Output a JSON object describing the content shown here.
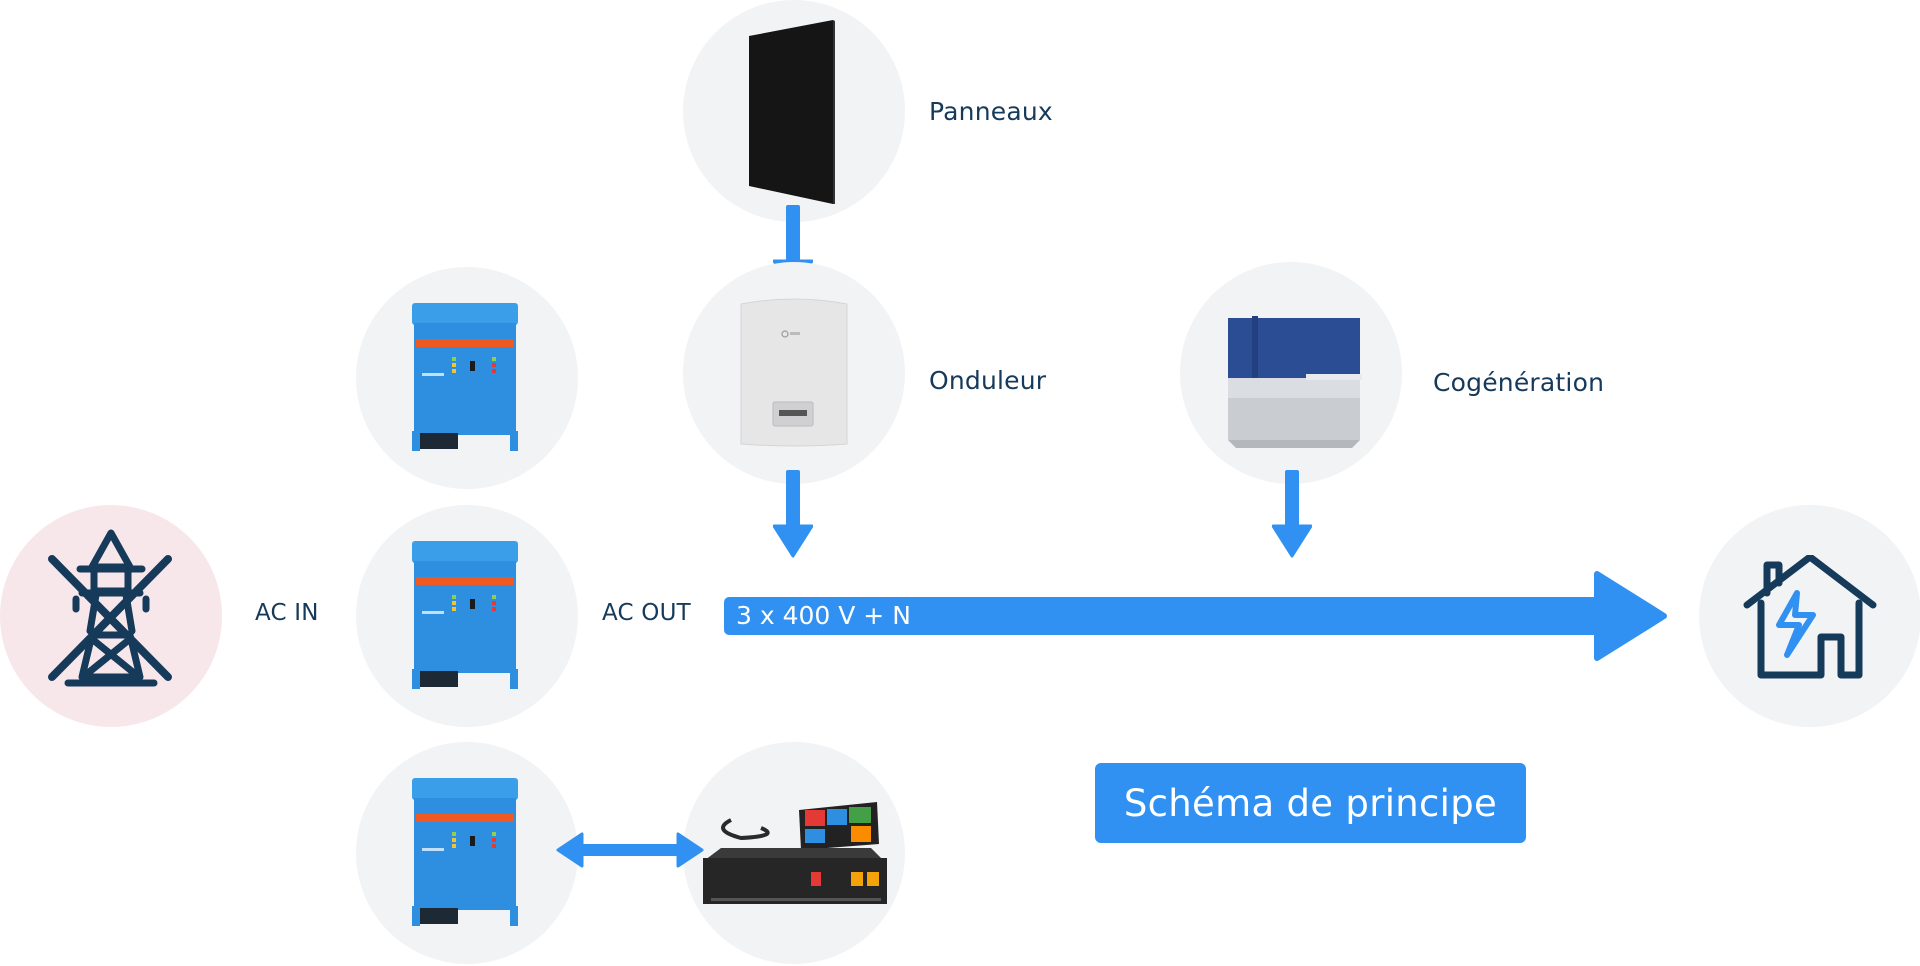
{
  "diagram": {
    "title": "Schéma de principe",
    "accent_color": "#3191f2",
    "text_color": "#163a5a",
    "nodes": {
      "panels": {
        "label": "Panneaux",
        "icon": "solar-panel-icon"
      },
      "inverter": {
        "label": "Onduleur",
        "icon": "inverter-icon"
      },
      "cogeneration": {
        "label": "Cogénération",
        "icon": "cogeneration-unit-icon"
      },
      "grid": {
        "icon": "power-pylon-crossed-icon",
        "state": "disconnected"
      },
      "multiplus": {
        "count": 3,
        "icon": "multiplus-inverter-charger-icon"
      },
      "battery": {
        "icon": "lithium-battery-with-display-icon"
      },
      "house": {
        "icon": "house-lightning-icon"
      }
    },
    "labels": {
      "ac_in": "AC IN",
      "ac_out": "AC OUT",
      "output_voltage": "3 x 400 V + N"
    },
    "flows": [
      {
        "from": "Panneaux",
        "to": "Onduleur",
        "direction": "down"
      },
      {
        "from": "Onduleur",
        "to": "AC OUT bus",
        "direction": "down"
      },
      {
        "from": "Cogénération",
        "to": "AC OUT bus",
        "direction": "down"
      },
      {
        "from": "AC OUT bus",
        "to": "house",
        "direction": "right"
      },
      {
        "from": "MultiPlus",
        "to": "battery",
        "direction": "bidirectional"
      }
    ]
  }
}
